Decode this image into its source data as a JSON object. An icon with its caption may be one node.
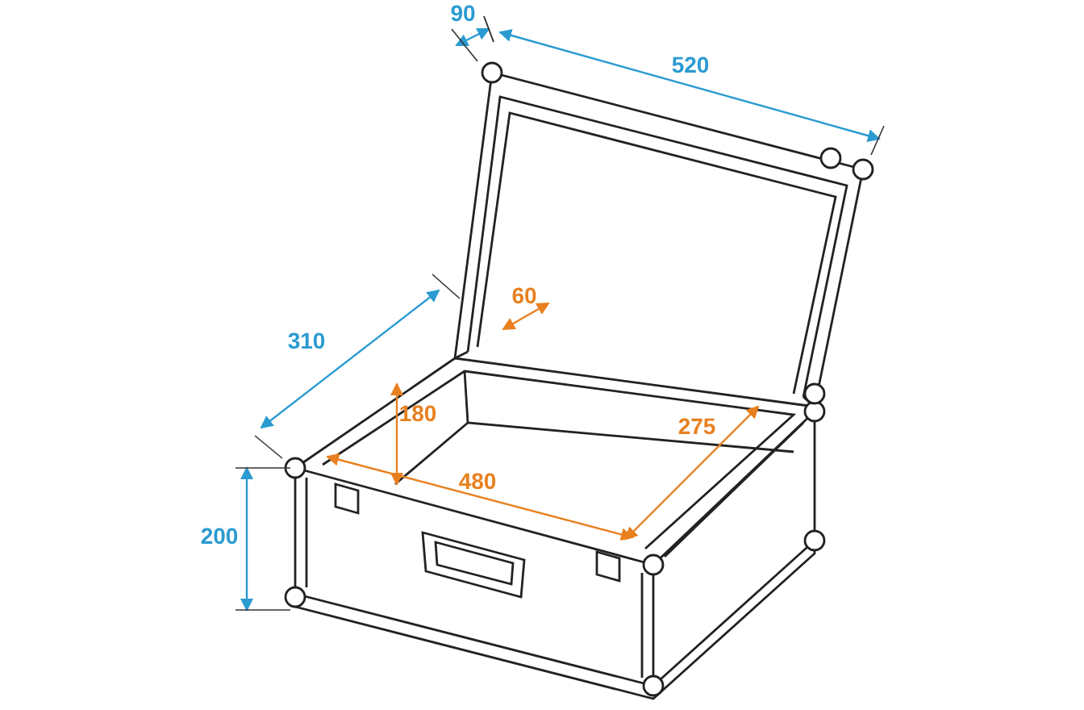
{
  "diagram": {
    "labels": [
      "90",
      "520",
      "60",
      "310",
      "180",
      "275",
      "480",
      "200"
    ]
  }
}
